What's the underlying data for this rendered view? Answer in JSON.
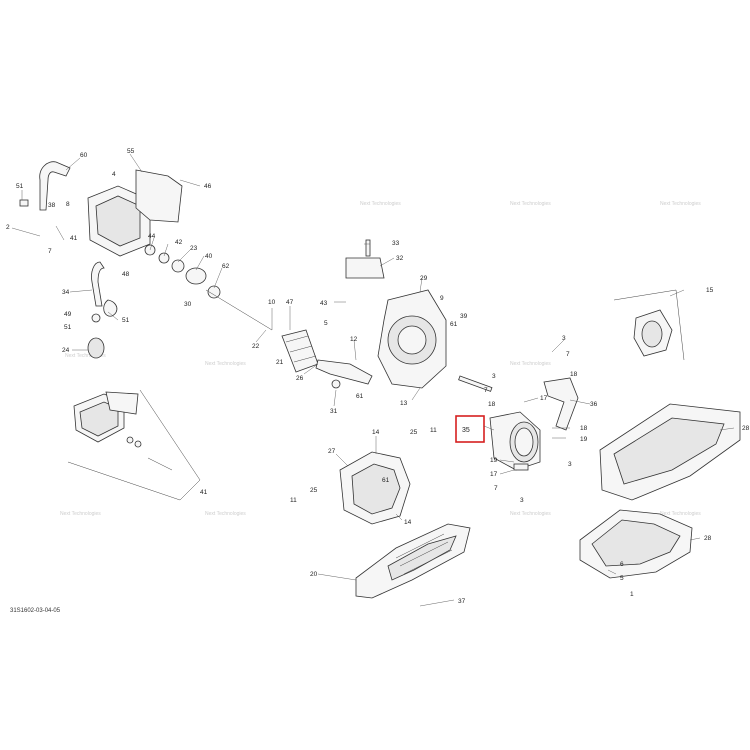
{
  "diagram": {
    "drawing_code": "31S1602-03-04-05",
    "highlighted_callout": "35",
    "highlight_color": "#d62020",
    "watermark_text": "Next Technologies"
  },
  "callouts": [
    {
      "id": "c60",
      "text": "60"
    },
    {
      "id": "c55",
      "text": "55"
    },
    {
      "id": "c4",
      "text": "4"
    },
    {
      "id": "c46",
      "text": "46"
    },
    {
      "id": "c51a",
      "text": "51"
    },
    {
      "id": "c38",
      "text": "38"
    },
    {
      "id": "c8",
      "text": "8"
    },
    {
      "id": "c2",
      "text": "2"
    },
    {
      "id": "c41a",
      "text": "41"
    },
    {
      "id": "c7a",
      "text": "7"
    },
    {
      "id": "c44",
      "text": "44"
    },
    {
      "id": "c42",
      "text": "42"
    },
    {
      "id": "c23",
      "text": "23"
    },
    {
      "id": "c40",
      "text": "40"
    },
    {
      "id": "c48",
      "text": "48"
    },
    {
      "id": "c62",
      "text": "62"
    },
    {
      "id": "c34",
      "text": "34"
    },
    {
      "id": "c30",
      "text": "30"
    },
    {
      "id": "c49",
      "text": "49"
    },
    {
      "id": "c51b",
      "text": "51"
    },
    {
      "id": "c51c",
      "text": "51"
    },
    {
      "id": "c24",
      "text": "24"
    },
    {
      "id": "c10",
      "text": "10"
    },
    {
      "id": "c47",
      "text": "47"
    },
    {
      "id": "c22",
      "text": "22"
    },
    {
      "id": "c21",
      "text": "21"
    },
    {
      "id": "c26",
      "text": "26"
    },
    {
      "id": "c31",
      "text": "31"
    },
    {
      "id": "c33",
      "text": "33"
    },
    {
      "id": "c32",
      "text": "32"
    },
    {
      "id": "c29",
      "text": "29"
    },
    {
      "id": "c43",
      "text": "43"
    },
    {
      "id": "c5a",
      "text": "5"
    },
    {
      "id": "c9",
      "text": "9"
    },
    {
      "id": "c12",
      "text": "12"
    },
    {
      "id": "c61a",
      "text": "61"
    },
    {
      "id": "c61b",
      "text": "61"
    },
    {
      "id": "c39",
      "text": "39"
    },
    {
      "id": "c13",
      "text": "13"
    },
    {
      "id": "c15",
      "text": "15"
    },
    {
      "id": "c3a",
      "text": "3"
    },
    {
      "id": "c7b",
      "text": "7"
    },
    {
      "id": "c18a",
      "text": "18"
    },
    {
      "id": "c17a",
      "text": "17"
    },
    {
      "id": "c36",
      "text": "36"
    },
    {
      "id": "c3b",
      "text": "3"
    },
    {
      "id": "c7c",
      "text": "7"
    },
    {
      "id": "c18b",
      "text": "18"
    },
    {
      "id": "c19a",
      "text": "19"
    },
    {
      "id": "c19b",
      "text": "19"
    },
    {
      "id": "c17b",
      "text": "17"
    },
    {
      "id": "c7d",
      "text": "7"
    },
    {
      "id": "c3c",
      "text": "3"
    },
    {
      "id": "c3d",
      "text": "3"
    },
    {
      "id": "c28a",
      "text": "28"
    },
    {
      "id": "c28b",
      "text": "28"
    },
    {
      "id": "c27",
      "text": "27"
    },
    {
      "id": "c14a",
      "text": "14"
    },
    {
      "id": "c25a",
      "text": "25"
    },
    {
      "id": "c11a",
      "text": "11"
    },
    {
      "id": "c61c",
      "text": "61"
    },
    {
      "id": "c25b",
      "text": "25"
    },
    {
      "id": "c11b",
      "text": "11"
    },
    {
      "id": "c14b",
      "text": "14"
    },
    {
      "id": "c20",
      "text": "20"
    },
    {
      "id": "c37",
      "text": "37"
    },
    {
      "id": "c41b",
      "text": "41"
    },
    {
      "id": "c6",
      "text": "6"
    },
    {
      "id": "c5b",
      "text": "5"
    },
    {
      "id": "c1",
      "text": "1"
    }
  ]
}
